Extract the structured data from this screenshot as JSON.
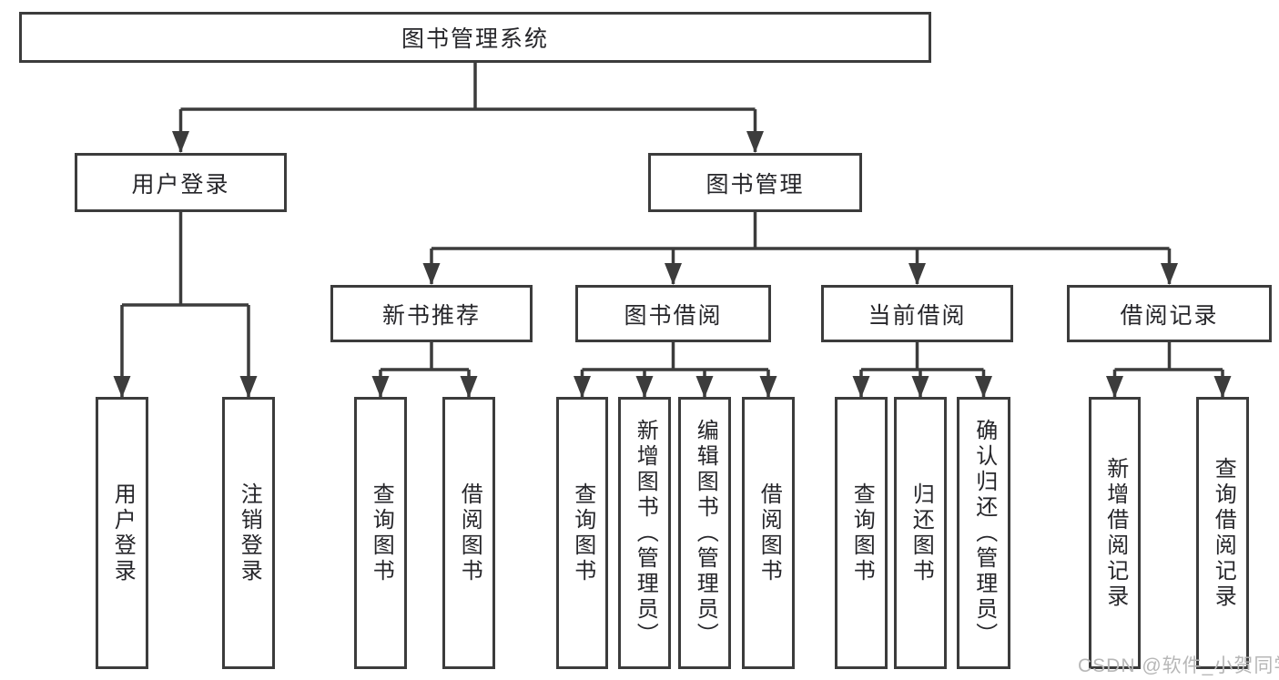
{
  "diagram": {
    "root": "图书管理系统",
    "level2": [
      "用户登录",
      "图书管理"
    ],
    "level3": [
      "新书推荐",
      "图书借阅",
      "当前借阅",
      "借阅记录"
    ],
    "leaves": {
      "user_login": [
        "用户登录",
        "注销登录"
      ],
      "new_book_recommend": [
        "查询图书",
        "借阅图书"
      ],
      "book_borrowing": [
        "查询图书",
        "新增图书（管理员）",
        "编辑图书（管理员）",
        "借阅图书"
      ],
      "current_borrowing": [
        "查询图书",
        "归还图书",
        "确认归还（管理员）"
      ],
      "borrowing_records": [
        "新增借阅记录",
        "查询借阅记录"
      ]
    }
  },
  "watermark": "CSDN @软件_小贺同学",
  "colors": {
    "line": "#3c3c3c",
    "box_border": "#3c3c3c",
    "text": "#26262a",
    "watermark": "#b7b7b7",
    "background": "#ffffff"
  }
}
